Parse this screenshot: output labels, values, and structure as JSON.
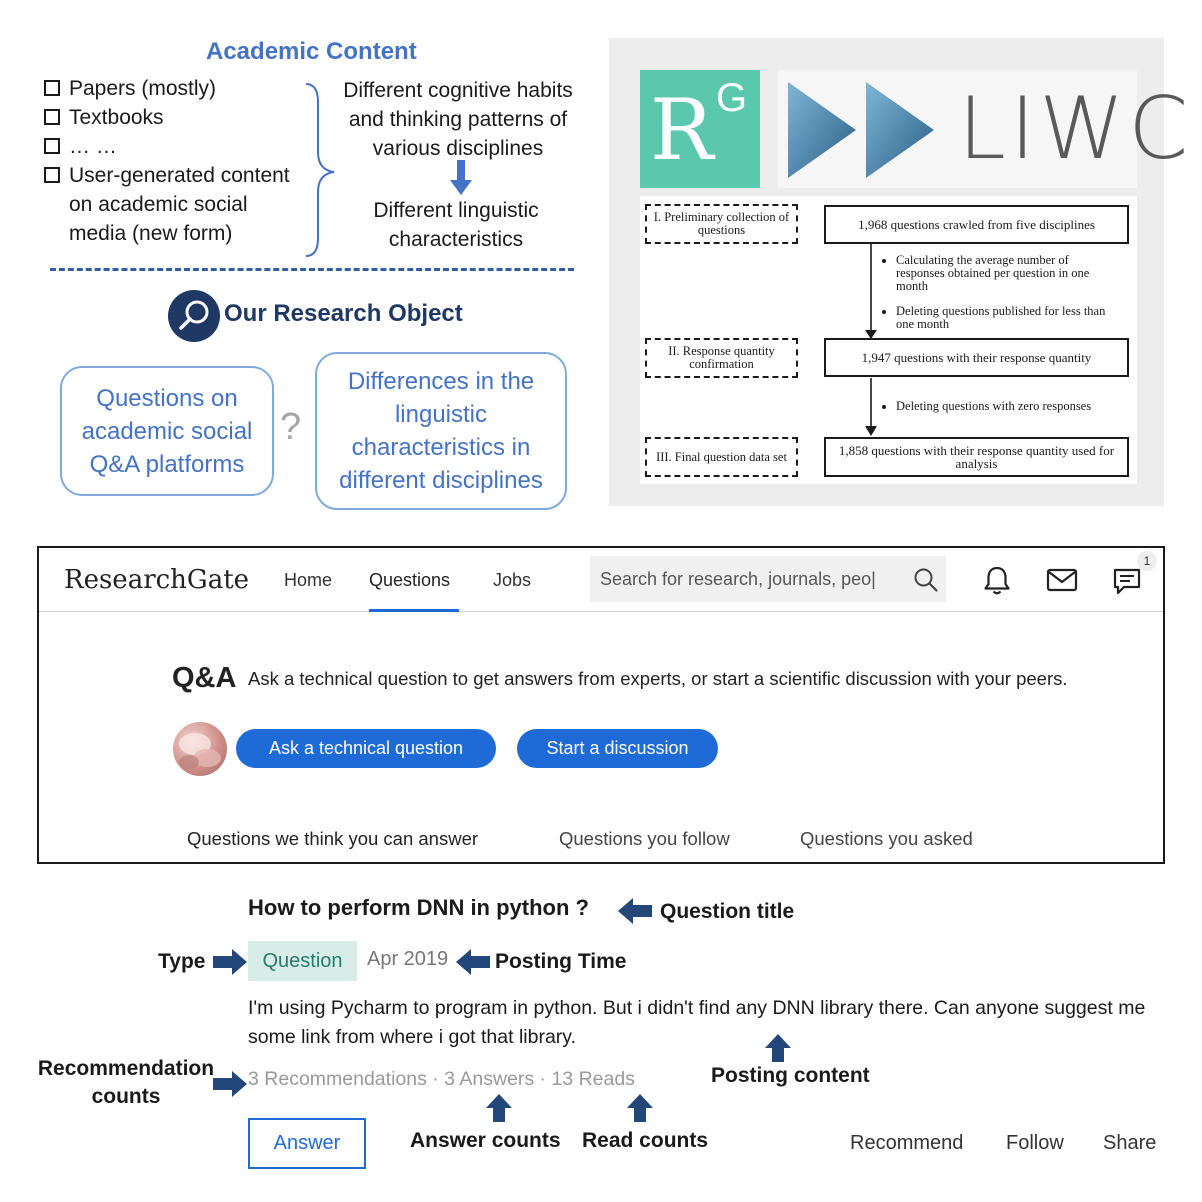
{
  "academic": {
    "title": "Academic Content",
    "sources": [
      "Papers (mostly)",
      "Textbooks",
      "… …",
      "User-generated content",
      "on academic social",
      "media (new form)"
    ],
    "cognitive": "Different cognitive habits and thinking patterns of various disciplines",
    "linguistic": "Different linguistic characteristics",
    "research_object": "Our Research Object",
    "question_box": "Questions on academic social Q&A platforms",
    "difference_box": "Differences in the linguistic characteristics in different disciplines",
    "question_mark": "?"
  },
  "logos": {
    "rg_letter": "R",
    "rg_superscript": "G",
    "liwc": "LIWC"
  },
  "flow": {
    "stage1": "I. Preliminary collection of questions",
    "stage2": "II. Response quantity confirmation",
    "stage3": "III. Final question data set",
    "box1": "1,968 questions crawled from five disciplines",
    "note1a": "Calculating the average number of responses obtained per question in one month",
    "note1b": "Deleting questions published for less than one month",
    "box2": "1,947 questions with their response quantity",
    "note2": "Deleting questions with zero responses",
    "box3": "1,858 questions with their response quantity used for analysis"
  },
  "rg": {
    "brand": "ResearchGate",
    "nav": [
      "Home",
      "Questions",
      "Jobs"
    ],
    "search_placeholder": "Search for research, journals, peo|",
    "message_badge": "1",
    "qa_title": "Q&A",
    "qa_subtitle": "Ask a technical question to get answers from experts, or start a scientific discussion with your peers.",
    "ask_button": "Ask a technical question",
    "discuss_button": "Start a discussion",
    "tabs": [
      "Questions we think you can answer",
      "Questions you follow",
      "Questions you asked"
    ]
  },
  "sample": {
    "title": "How to perform DNN in python ?",
    "type": "Question",
    "time": "Apr 2019",
    "body": "I'm using Pycharm to program in python. But i didn't find any DNN library there. Can anyone suggest me some link from where i got that library.",
    "stats": "3 Recommendations · 3 Answers · 13 Reads",
    "answer_button": "Answer",
    "actions": [
      "Recommend",
      "Follow",
      "Share"
    ]
  },
  "annotations": {
    "question_title": "Question title",
    "type": "Type",
    "posting_time": "Posting Time",
    "posting_content": "Posting content",
    "recommendation_line1": "Recommendation",
    "recommendation_line2": "counts",
    "answer_counts": "Answer counts",
    "read_counts": "Read counts"
  },
  "colors": {
    "accent_blue": "#4472c4",
    "rg_blue": "#1e6ad7",
    "rg_green": "#5bc8ae",
    "arrow_navy": "#24477a"
  }
}
